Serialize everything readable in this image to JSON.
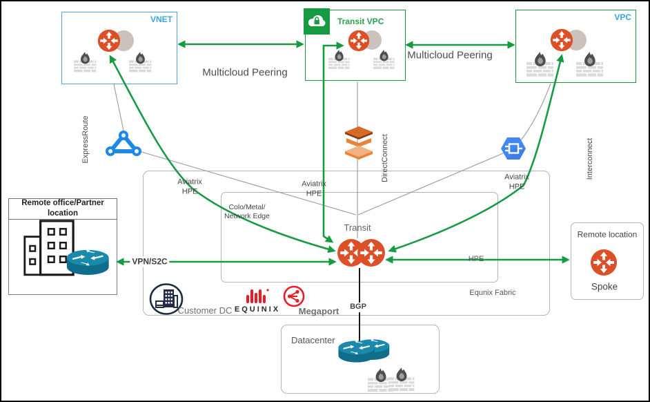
{
  "colors": {
    "arrow_green": "#169B43",
    "azure_blue": "#3AA6DD",
    "gateway_orange": "#DD4F26",
    "shadow_gray": "#CCC2BB",
    "brand_red": "#ED1C24",
    "router_teal": "#0E6E8C",
    "interconnect_blue": "#4285F4",
    "expressroute_blue": "#1E88E5",
    "directconnect_orange": "#E8833A",
    "box_gray_border": "#B5B5B5",
    "navy": "#1F2A44"
  },
  "labels": {
    "vnet": "VNET",
    "transit_vpc": "Transit VPC",
    "vpc": "VPC",
    "multicloud_left": "Multicloud Peering",
    "multicloud_right": "Multicloud Peering",
    "expressroute": "ExpressRoute",
    "directconnect": "DirectConnect",
    "interconnect": "Interconnect",
    "aviatrix_hpe_left": "Aviatrix\nHPE",
    "aviatrix_hpe_center": "Aviatrix\nHPE",
    "aviatrix_hpe_right": "Aviatrix\nHPE",
    "colo": "Colo/Metal/\nNetwork Edge",
    "transit": "Transit",
    "vpn_s2c": "VPN/S2C",
    "hpe": "HPE",
    "bgp": "BGP",
    "customer_dc": "Customer DC",
    "equinix": "EQUINIX",
    "megaport": "Megaport",
    "equinix_fabric": "Equnix Fabric",
    "remote_office": "Remote office/Partner\nlocation",
    "remote_location": "Remote location",
    "spoke": "Spoke",
    "datacenter": "Datacenter"
  }
}
